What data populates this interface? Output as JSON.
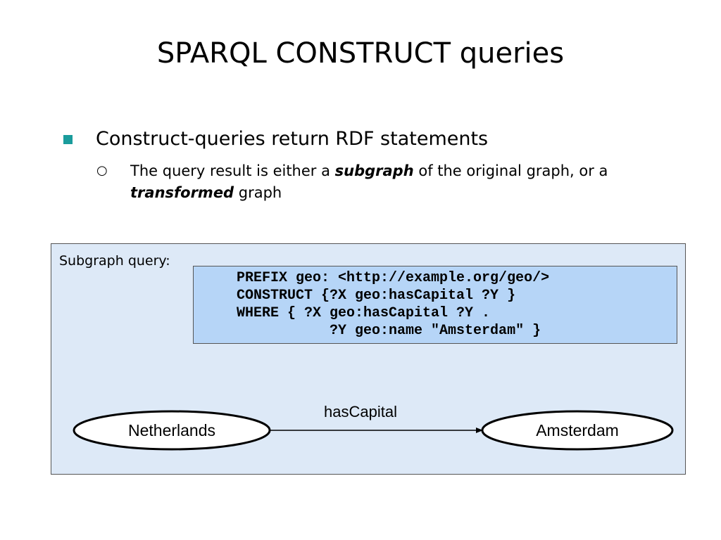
{
  "slide": {
    "title": "SPARQL CONSTRUCT queries",
    "bullets": [
      {
        "text": "Construct-queries return RDF statements",
        "marker_color": "#1a9c9c"
      }
    ],
    "sub_bullet": {
      "marker": "○",
      "part1": "The query result is either a ",
      "emph1": "subgraph",
      "part2": " of the original graph, or a ",
      "emph2": "transformed",
      "part3": " graph"
    }
  },
  "panel": {
    "label": "Subgraph query:",
    "background": "#dde9f7",
    "code_background": "#b6d5f7",
    "code_lines": [
      "PREFIX geo: <http://example.org/geo/>",
      "CONSTRUCT {?X geo:hasCapital ?Y }",
      "WHERE { ?X geo:hasCapital ?Y .",
      "           ?Y geo:name \"Amsterdam\" }"
    ]
  },
  "diagram": {
    "source_node": "Netherlands",
    "target_node": "Amsterdam",
    "edge_label": "hasCapital"
  }
}
